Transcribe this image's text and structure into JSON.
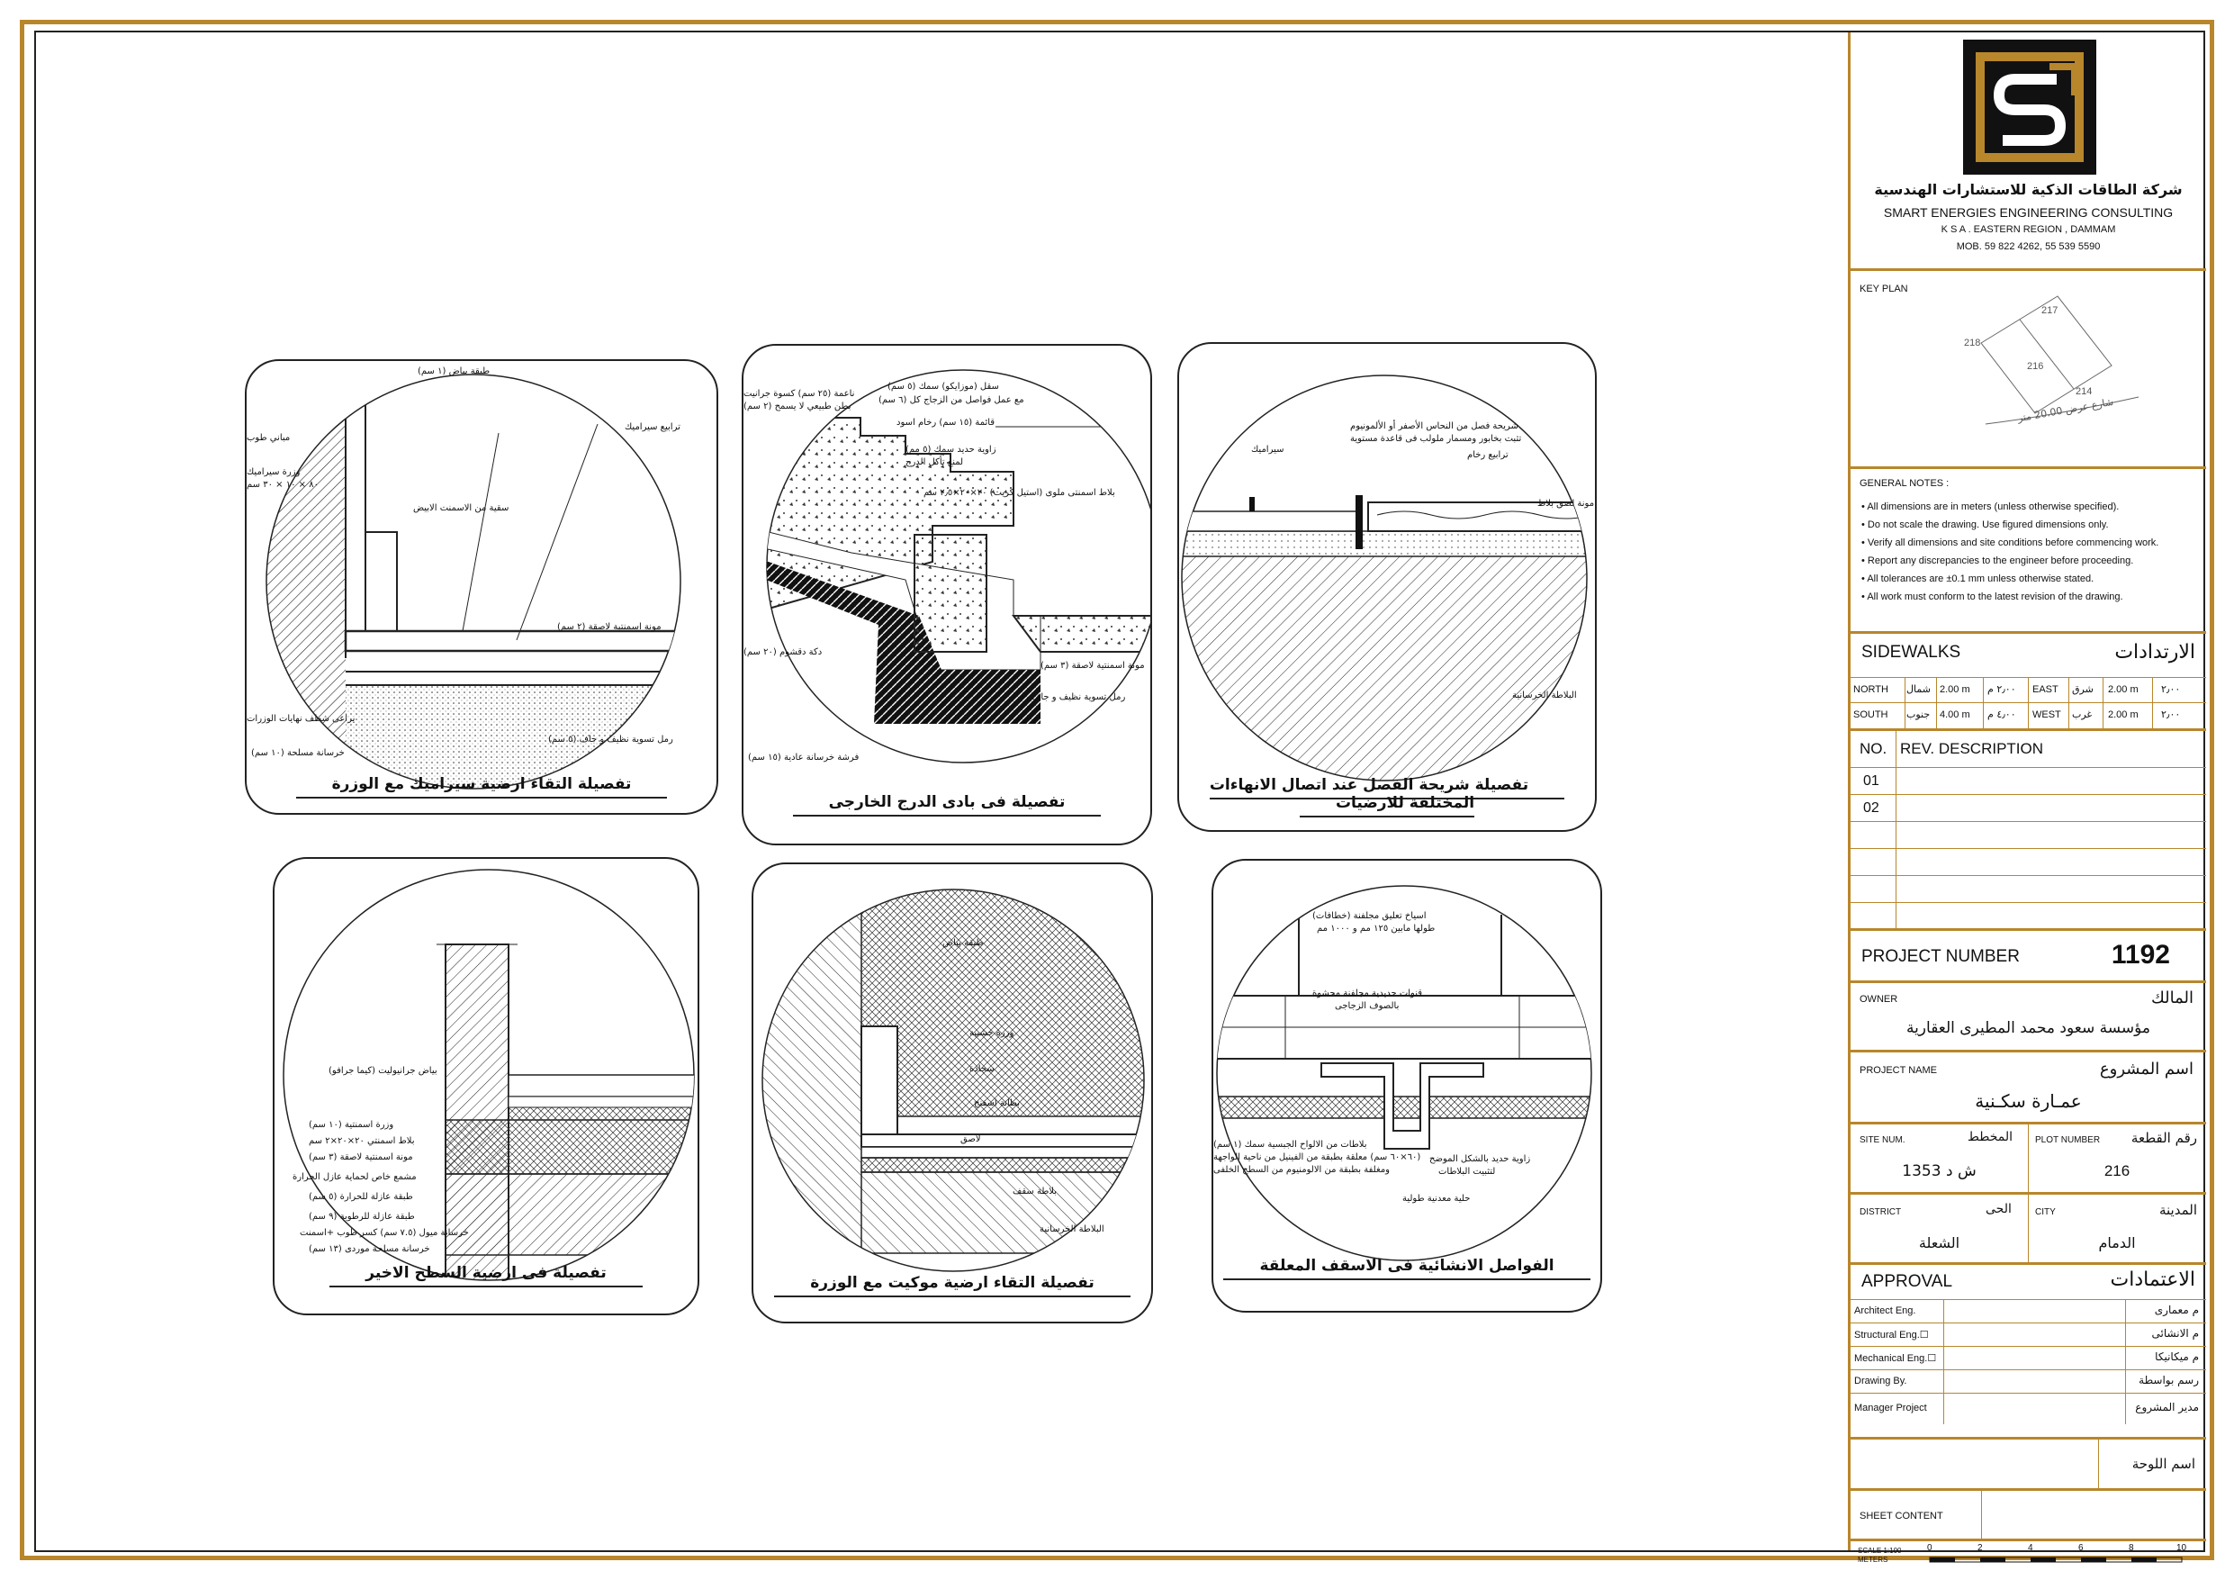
{
  "panels": [
    {
      "caption": "تفصيلة التقاء ارضية سيراميك مع الوزرة",
      "labels": [
        "طبقة بياض (١ سم)",
        "ترابيع سيراميك",
        "مباني طوب",
        "وزرة سيراميك",
        "٨٠ × ١٠ × ٣٠ سم",
        "سقية من الاسمنت الابيض",
        "مونة اسمنتية لاصقة (٢ سم)",
        "يراعى شطف نهايات الوزرات",
        "رمل تسوية نظيف و جاف (٥ سم)",
        "خرسانة مسلحة (١٠ سم)"
      ]
    },
    {
      "caption": "تفصيلة فى بادى الدرج الخارجى",
      "labels": [
        "ناعمة (٢٥ سم) كسوة جرانيت",
        "سقل (موزايكو) سمك (٥ سم)",
        "بطن طبيعي لا يسمح (٢ سم)",
        "مع عمل فواصل من الزجاج كل (٦ سم)",
        "قائمة (١٥ سم) رخام اسود",
        "زاوية حديد سمك (٥ مم)",
        "لمنع تأكل الدرج",
        "بلاط اسمنتى ملوى (استيل كريت) ٢٠×٢٠×٢٫٥ سم",
        "دكة دقشوم (٢٠ سم)",
        "مونة اسمنتية لاصقة (٣ سم)",
        "رمل تسوية نظيف و جاف",
        "فرشة خرسانة عادية (١٥ سم)"
      ]
    },
    {
      "caption": "تفصيلة شريحة الفصل عند اتصال الانهاءات المختلفة للارضيات",
      "labels": [
        "شريحة فصل من النحاس الأصفر أو الألمونيوم",
        "تثبت بخابور ومسمار ملولب فى قاعدة مستوية",
        "سيراميك",
        "ترابيع رخام",
        "مونة لصق بلاط",
        "البلاطة الخرسانية"
      ]
    },
    {
      "caption": "تفصيلة فى ارضية السطح الاخير",
      "labels": [
        "بياض جرانيوليت (كيما جرافو)",
        "وزرة اسمنتية (١٠ سم)",
        "بلاط اسمنتي ٢٠×٢٠×٢ سم",
        "مونة اسمنتية لاصقة (٣ سم)",
        "مشمع خاص لحماية عازل الحرارة",
        "طبقة عازلة للحرارة (٥ سم)",
        "طبقة عازلة للرطوبة (٩ سم)",
        "خرسانة ميول (٧.٥ سم) كسر طوب +اسمنت",
        "خرسانة مسلحة موردى (١٣ سم)"
      ]
    },
    {
      "caption": "تفصيلة التقاء ارضية موكيت مع الوزرة",
      "labels": [
        "طبقة بياض",
        "وزرة خشبية",
        "سجادة",
        "بطانة اسفنج",
        "لاصق",
        "بلاطة سقف",
        "البلاطة الخرسانية"
      ]
    },
    {
      "caption": "الفواصل الانشائية فى الاسقف المعلقة",
      "labels": [
        "اسياخ تعليق مجلفنة (خطافات)",
        "طولها مابين ١٢٥ مم و ١٠٠٠ مم",
        "قنوات حديدية مجلفنة محشوة",
        "بالصوف الزجاجى",
        "بلاطات من الالواح الجبسية سمك (١ سم)",
        "(٦٠×٦٠ سم) معلقة بطبقة من الفينيل من ناحية الواجهة",
        "ومغلفة بطبقة من الالومنيوم من السطح الخلفى",
        "زاوية حديد بالشكل الموضح",
        "لتثبيت البلاطات",
        "حلية معدنية طولية"
      ]
    }
  ],
  "company": {
    "name_ar": "شركة الطاقات الذكية للاستشارات الهندسية",
    "name_en": "SMART ENERGIES ENGINEERING CONSULTING",
    "location": "K S A . EASTERN REGION , DAMMAM",
    "mobile": "MOB. 59 822 4262, 55 539 5590"
  },
  "key_plan": {
    "title": "KEY PLAN",
    "plots": [
      "217",
      "218",
      "216",
      "214"
    ],
    "street": "شارع عرض 20.00 متر"
  },
  "general_notes": {
    "title": "GENERAL NOTES :",
    "items": [
      "All dimensions are in meters (unless otherwise specified).",
      "Do not scale the drawing. Use figured dimensions only.",
      "Verify all dimensions and site conditions before commencing work.",
      "Report any discrepancies to the engineer before proceeding.",
      "All tolerances are ±0.1 mm unless otherwise stated.",
      "All work must conform to the latest revision of the drawing."
    ]
  },
  "sidewalks": {
    "title_en": "SIDEWALKS",
    "title_ar": "الارتدادات",
    "rows": [
      [
        "NORTH",
        "شمال",
        "2.00 m",
        "٢٫٠٠ م",
        "EAST",
        "شرق",
        "2.00 m",
        "٢٫٠٠"
      ],
      [
        "SOUTH",
        "جنوب",
        "4.00 m",
        "٤٫٠٠ م",
        "WEST",
        "غرب",
        "2.00 m",
        "٢٫٠٠"
      ]
    ]
  },
  "revisions": {
    "no_label": "NO.",
    "desc_label": "REV. DESCRIPTION",
    "rows": [
      "01",
      "02",
      "",
      "",
      "",
      ""
    ]
  },
  "project": {
    "number_label": "PROJECT NUMBER",
    "number": "1192",
    "owner_label": "OWNER",
    "owner_label_ar": "المالك",
    "owner": "مؤسسة سعود محمد المطيرى العقارية",
    "name_label": "PROJECT NAME",
    "name_label_ar": "اسم المشروع",
    "name": "عمـارة سكـنية",
    "site_num_label": "SITE NUM.",
    "site_num_label_ar": "المخطط",
    "site_num": "ش د   1353",
    "plot_label": "PLOT NUMBER",
    "plot_label_ar": "رقم القطعة",
    "plot": "216",
    "district_label": "DISTRICT",
    "district_label_ar": "الحى",
    "district": "الشعلة",
    "city_label": "CITY",
    "city_label_ar": "المدينة",
    "city": "الدمام"
  },
  "approval": {
    "title_en": "APPROVAL",
    "title_ar": "الاعتمادات",
    "rows": [
      [
        "Architect Eng.",
        "م معمارى"
      ],
      [
        "Structural Eng.☐",
        "م الانشائى"
      ],
      [
        "Mechanical Eng.☐",
        "م ميكانيكا"
      ],
      [
        "Drawing By.",
        "رسم بواسطة"
      ],
      [
        "Manager Project",
        "مدير المشروع"
      ]
    ]
  },
  "sheet": {
    "name_label_ar": "اسم اللوحة",
    "content_label": "SHEET CONTENT"
  },
  "scale": {
    "label": "SCALE 1:100",
    "unit": "METERS",
    "ticks": [
      "0",
      "2",
      "4",
      "6",
      "8",
      "10"
    ]
  },
  "colors": {
    "accent": "#b8862b",
    "ink": "#222222"
  }
}
